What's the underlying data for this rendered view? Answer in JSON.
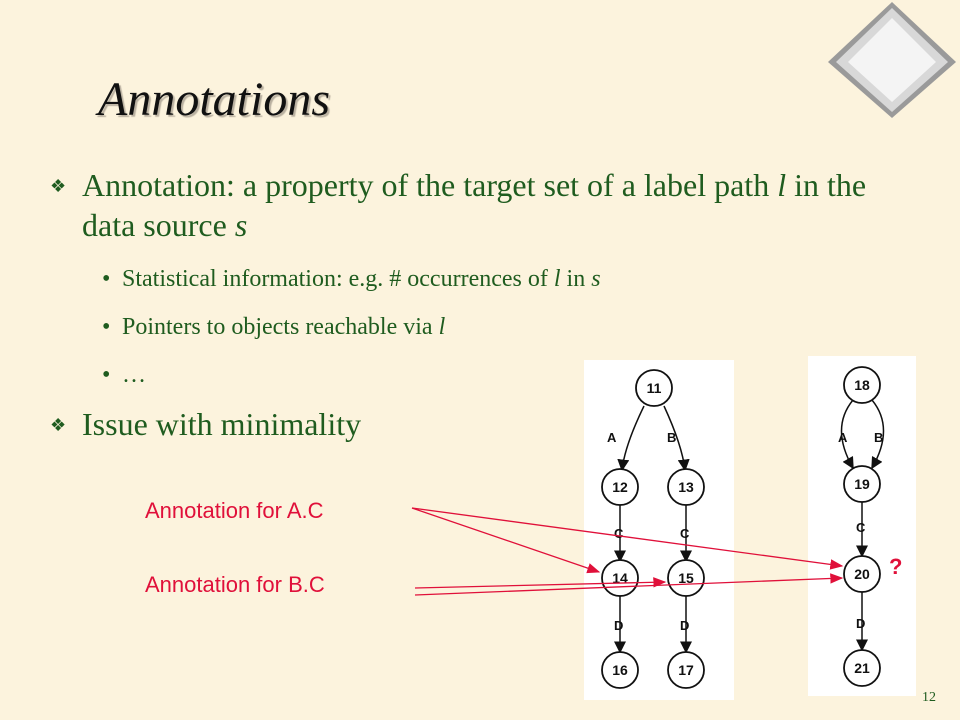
{
  "slide": {
    "title": "Annotations",
    "page_number": "12"
  },
  "bullets": {
    "main1_prefix": "Annotation: a property of the target set of a label path ",
    "main1_l": "l",
    "main1_mid": " in the data source ",
    "main1_s": "s",
    "sub1_prefix": "Statistical information: e.g. # occurrences of ",
    "sub1_l": "l",
    "sub1_mid": " in ",
    "sub1_s": "s",
    "sub2_prefix": "Pointers to objects reachable via ",
    "sub2_l": "l",
    "sub3": "…",
    "main2": "Issue with minimality"
  },
  "annotations": {
    "ac_label": "Annotation for A.C",
    "bc_label": "Annotation for B.C",
    "question": "?"
  },
  "graph1": {
    "nodes": [
      "11",
      "12",
      "13",
      "14",
      "15",
      "16",
      "17"
    ],
    "edges": [
      "A",
      "B",
      "C",
      "C",
      "D",
      "D"
    ]
  },
  "graph2": {
    "nodes": [
      "18",
      "19",
      "20",
      "21"
    ],
    "edges": [
      "A",
      "B",
      "C",
      "D"
    ]
  },
  "colors": {
    "background": "#fcf3dd",
    "text": "#1f5c1f",
    "annotation": "#e0103a"
  }
}
